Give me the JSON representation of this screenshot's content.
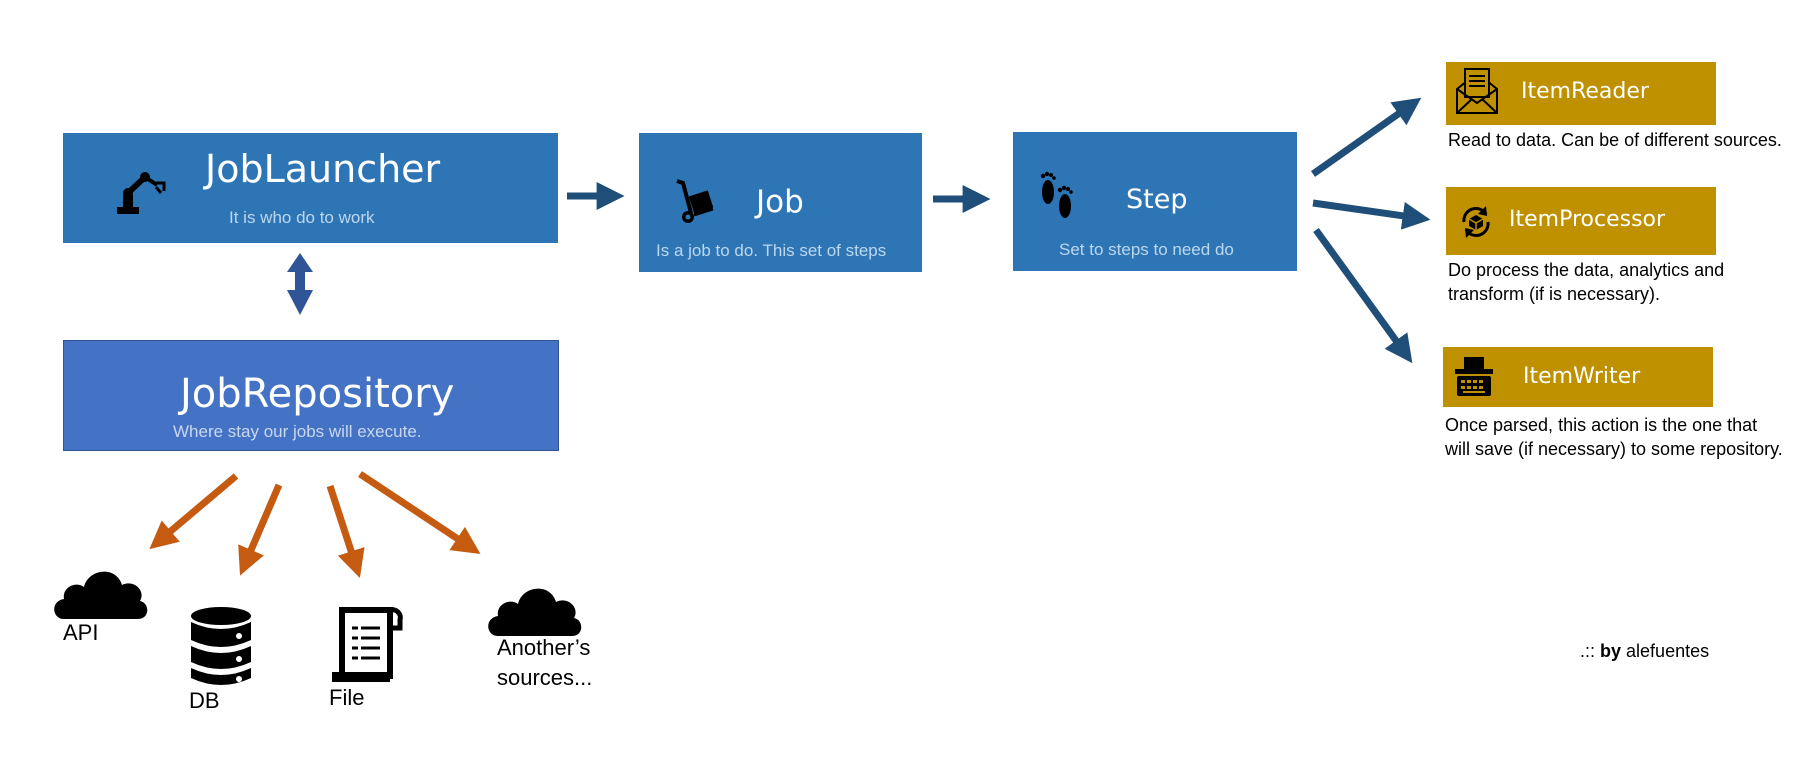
{
  "colors": {
    "blue_box": "#2e75b6",
    "repo_box": "#4472c4",
    "gold_box": "#bf9000",
    "blue_arrow": "#1f4e79",
    "orange_arrow": "#c55a11",
    "subtitle": "#bdd7ee"
  },
  "job_launcher": {
    "title": "JobLauncher",
    "subtitle": "It is who do to work",
    "icon": "robot-arm-icon"
  },
  "job_repository": {
    "title": "JobRepository",
    "subtitle": "Where stay our jobs will execute."
  },
  "job": {
    "title": "Job",
    "subtitle": "Is a job to do. This set of steps",
    "icon": "hand-truck-icon"
  },
  "step": {
    "title": "Step",
    "subtitle": "Set to steps to need do",
    "icon": "footprints-icon"
  },
  "item_reader": {
    "title": "ItemReader",
    "description": "Read to data. Can be of different sources.",
    "icon": "envelope-letter-icon"
  },
  "item_processor": {
    "title": "ItemProcessor",
    "description_line1": "Do process the data, analytics and",
    "description_line2": "transform (if is necessary).",
    "icon": "process-cycle-icon"
  },
  "item_writer": {
    "title": "ItemWriter",
    "description_line1": "Once parsed, this action is the one that",
    "description_line2": "will save (if necessary) to some repository.",
    "icon": "typewriter-icon"
  },
  "sources": {
    "api": {
      "label": "API",
      "icon": "cloud-icon"
    },
    "db": {
      "label": "DB",
      "icon": "database-icon"
    },
    "file": {
      "label": "File",
      "icon": "file-scroll-icon"
    },
    "other": {
      "label_line1": "Another’s",
      "label_line2": "sources...",
      "icon": "cloud-icon"
    }
  },
  "credit": {
    "prefix": ".:: ",
    "by": "by",
    "author": " alefuentes"
  }
}
